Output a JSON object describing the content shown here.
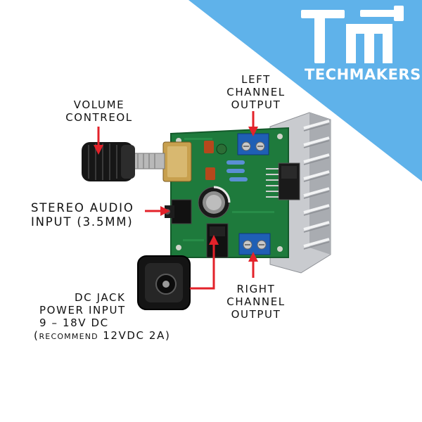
{
  "brand": {
    "logo_mark": "TM",
    "name": "TECHMAKERS",
    "accent_color": "#5fb2ea"
  },
  "callouts": {
    "volume": {
      "line1": "VOLUME",
      "line2": "CONTREOL"
    },
    "left_output": {
      "line1": "LEFT",
      "line2": "CHANNEL",
      "line3": "OUTPUT"
    },
    "stereo_input": {
      "line1": "STEREO AUDIO",
      "line2": "INPUT (3.5MM)"
    },
    "right_output": {
      "line1": "RIGHT",
      "line2": "CHANNEL",
      "line3": "OUTPUT"
    },
    "dc_jack": {
      "line1": "DC JACK",
      "line2": "POWER INPUT",
      "line3": "9 – 18V DC",
      "line4_open": "(",
      "line4_small": "RECOMMEND",
      "line4_rest": " 12VDC 2A)"
    }
  },
  "colors": {
    "pcb": "#1e7a3c",
    "heatsink": "#c7c9cc",
    "arrow": "#e3222a",
    "terminal": "#1f5fb5"
  }
}
